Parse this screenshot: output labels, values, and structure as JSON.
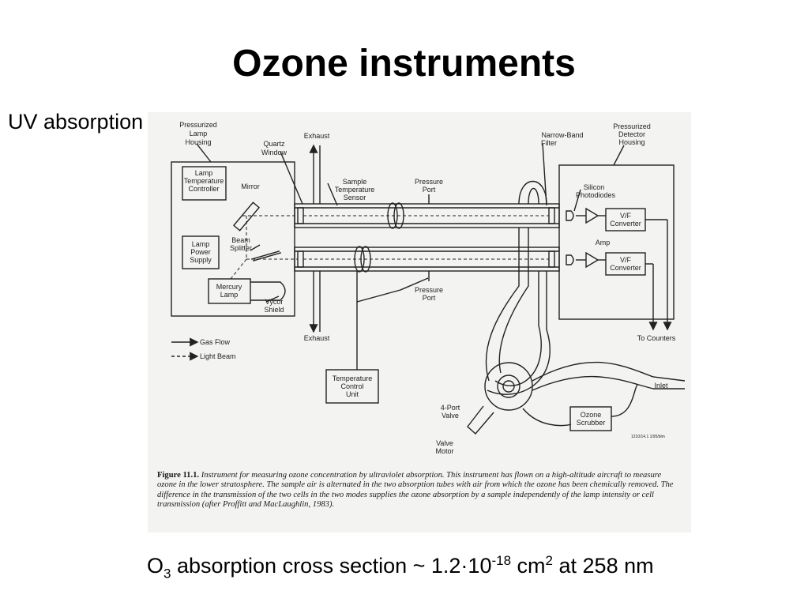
{
  "slide": {
    "title": "Ozone instruments",
    "subtitle": "UV absorption"
  },
  "figure": {
    "labels": {
      "pressurized_lamp_housing": [
        "Pressurized",
        "Lamp",
        "Housing"
      ],
      "quartz_window": [
        "Quartz",
        "Window"
      ],
      "exhaust_top": "Exhaust",
      "exhaust_bottom": "Exhaust",
      "sample_temperature_sensor": [
        "Sample",
        "Temperature",
        "Sensor"
      ],
      "pressure_port_top": [
        "Pressure",
        "Port"
      ],
      "pressure_port_bottom": [
        "Pressure",
        "Port"
      ],
      "narrow_band_filter": [
        "Narrow-Band",
        "Filter"
      ],
      "pressurized_detector_housing": [
        "Pressurized",
        "Detector",
        "Housing"
      ],
      "lamp_temperature_controller": [
        "Lamp",
        "Temperature",
        "Controller"
      ],
      "mirror": "Mirror",
      "beam_splitter": [
        "Beam",
        "Splitter"
      ],
      "lamp_power_supply": [
        "Lamp",
        "Power",
        "Supply"
      ],
      "mercury_lamp": [
        "Mercury",
        "Lamp"
      ],
      "vycor_shield": [
        "Vycor",
        "Shield"
      ],
      "silicon_photodiodes": [
        "Silicon",
        "Photodiodes"
      ],
      "vf_converter": [
        "V/F",
        "Converter"
      ],
      "amp": "Amp",
      "to_counters": "To Counters",
      "gas_flow": "Gas Flow",
      "light_beam": "Light Beam",
      "temperature_control_unit": [
        "Temperature",
        "Control",
        "Unit"
      ],
      "four_port_valve": [
        "4-Port",
        "Valve"
      ],
      "valve_motor": [
        "Valve",
        "Motor"
      ],
      "inlet": "Inlet",
      "ozone_scrubber": [
        "Ozone",
        "Scrubber"
      ],
      "figure_code": "1210/14.1 1/95/blm"
    },
    "caption": {
      "label": "Figure 11.1.",
      "text": "Instrument for measuring ozone concentration by ultraviolet absorption. This instrument has flown on a high-altitude aircraft to measure ozone in the lower stratosphere. The sample air is alternated in the two absorption tubes with air from which the ozone has been chemically removed. The difference in the transmission of the two cells in the two modes supplies the ozone absorption by a sample independently of the lamp intensity or cell transmission (after Proffitt and MacLaughlin, 1983)."
    }
  },
  "formula": {
    "species": "O",
    "species_subscript": "3",
    "text": " absorption cross section ~ 1.2·10",
    "exponent": "-18",
    "unit": " cm",
    "unit_exponent": "2",
    "suffix": " at 258 nm"
  }
}
